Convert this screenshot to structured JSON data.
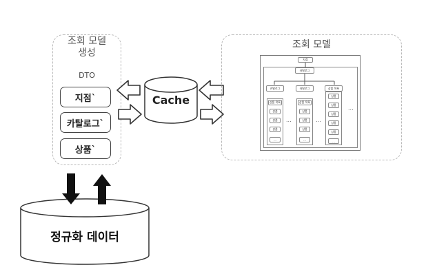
{
  "left_panel": {
    "title": "조회 모델\n생성",
    "dto_label": "DTO",
    "items": [
      "지점`",
      "카탈로그`",
      "상품`"
    ]
  },
  "cache": {
    "label": "Cache"
  },
  "database": {
    "label": "정규화 데이터"
  },
  "right_panel": {
    "title": "조회 모델",
    "root": "지점",
    "catalog": "카탈로그",
    "columns": [
      {
        "header": "카탈로그",
        "items": [
          "상품 목록",
          "상품",
          "상품",
          "상품",
          "..."
        ]
      },
      {
        "header": "카탈로그",
        "items": [
          "상품 목록",
          "상품",
          "상품",
          "상품",
          "..."
        ]
      },
      {
        "header": "상품 목록",
        "items": [
          "상품",
          "상품",
          "상품",
          "상품",
          "상품",
          "..."
        ]
      }
    ],
    "ellipsis": "..."
  },
  "colors": {
    "dashed": "#b9b9b9",
    "stroke": "#333333",
    "background": "#ffffff"
  }
}
